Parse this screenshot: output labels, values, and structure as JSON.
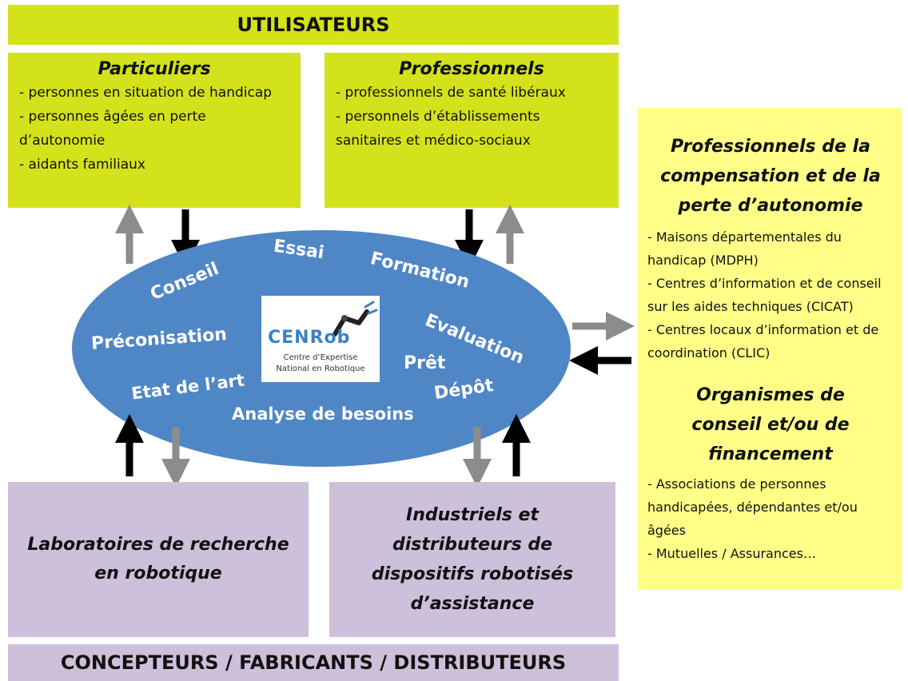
{
  "header": {
    "title": "UTILISATEURS"
  },
  "particuliers": {
    "title": "Particuliers",
    "items": [
      "- personnes en situation de handicap",
      "- personnes âgées en perte d’autonomie",
      "- aidants familiaux"
    ]
  },
  "professionnels": {
    "title": "Professionnels",
    "items": [
      "- professionnels de santé libéraux",
      "- personnels d’établissements sanitaires et médico-sociaux"
    ]
  },
  "right_panel": {
    "section1_title": "Professionnels de la compensation et de la perte d’autonomie",
    "section1_items": [
      "- Maisons départementales du handicap (MDPH)",
      "- Centres d’information et de conseil sur les aides techniques (CICAT)",
      "- Centres locaux d’information et de coordination (CLIC)"
    ],
    "section2_title": "Organismes de conseil et/ou de financement",
    "section2_items": [
      "- Associations de personnes handicapées, dépendantes et/ou âgées",
      "- Mutuelles / Assurances…"
    ]
  },
  "center": {
    "words": {
      "essai": "Essai",
      "conseil": "Conseil",
      "formation": "Formation",
      "preconisation": "Préconisation",
      "evaluation": "Evaluation",
      "pret": "Prêt",
      "etat": "Etat de l’art",
      "depot": "Dépôt",
      "analyse": "Analyse de besoins"
    },
    "logo": {
      "name": "CENRob",
      "line1": "Centre d’Expertise",
      "line2": "National en Robotique"
    }
  },
  "laboratoires": {
    "title": "Laboratoires de recherche en robotique"
  },
  "industriels": {
    "title": "Industriels et distributeurs de dispositifs robotisés d’assistance"
  },
  "footer": {
    "title": "CONCEPTEURS / FABRICANTS / DISTRIBUTEURS"
  },
  "colors": {
    "lime": "#d4e21b",
    "lavender": "#ccc0da",
    "yellow": "#ffff88",
    "ellipse": "#4f86c6",
    "arrow_dark": "#000000",
    "arrow_gray": "#8c8c8c"
  }
}
